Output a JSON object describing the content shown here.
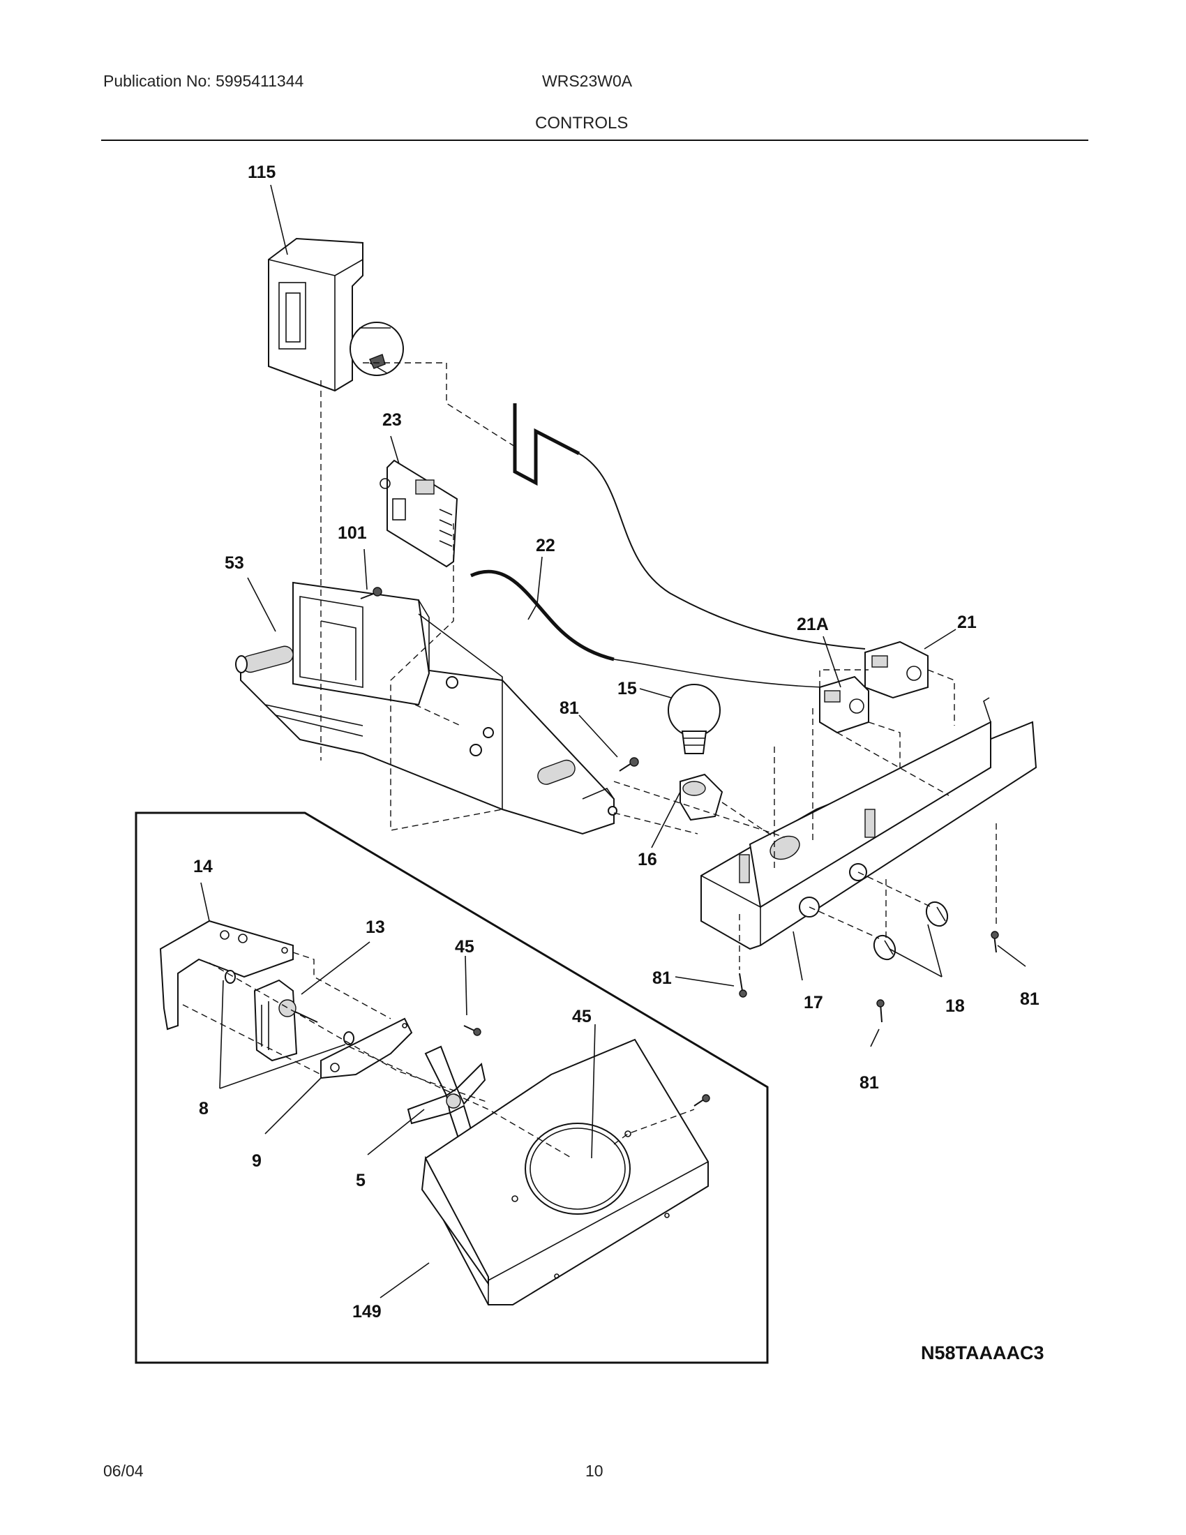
{
  "header": {
    "publication": "Publication No: 5995411344",
    "model": "WRS23W0A",
    "section": "CONTROLS"
  },
  "footer": {
    "date": "06/04",
    "page": "10"
  },
  "diagram": {
    "code": "N58TAAAAC3",
    "callouts": {
      "c115": "115",
      "c23": "23",
      "c101": "101",
      "c53": "53",
      "c22": "22",
      "c21a": "21A",
      "c21": "21",
      "c15": "15",
      "c81a": "81",
      "c16": "16",
      "c14": "14",
      "c13": "13",
      "c45a": "45",
      "c45b": "45",
      "c81b": "81",
      "c17": "17",
      "c18": "18",
      "c81c": "81",
      "c81d": "81",
      "c8": "8",
      "c9": "9",
      "c5": "5",
      "c149": "149"
    }
  }
}
